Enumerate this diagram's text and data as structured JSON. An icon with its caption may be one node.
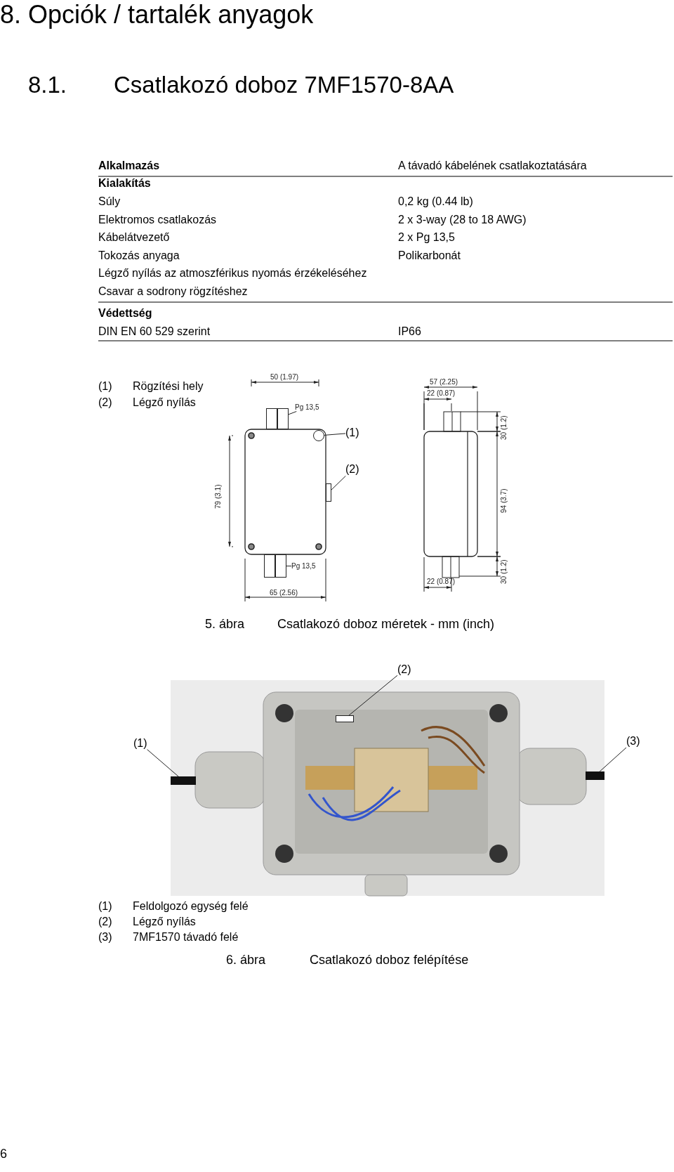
{
  "diagram": {
    "title": "8. Opciók / tartalék anyagok",
    "nodes": [
      {
        "text": [
          "Pg 13,5"
        ]
      },
      {
        "text": [],
        "shape": "box"
      },
      {
        "text": [
          "(1)"
        ]
      },
      {
        "text": [],
        "shape": "circle"
      },
      {
        "text": [
          "(2)"
        ]
      },
      {
        "text": [],
        "shape": "box"
      },
      {
        "text": [],
        "shape": "box"
      },
      {
        "text": [
          "Pg 13,5"
        ]
      },
      {
        "text": [
          "(2)"
        ]
      },
      {
        "text": [
          "(1)"
        ]
      },
      {
        "text": [
          "(3)"
        ]
      },
      {
        "text": [],
        "shape": "bar"
      },
      {
        "text": [],
        "shape": "box"
      },
      {
        "text": [],
        "shape": "bar"
      }
    ],
    "edges": [
      {
        "from": 0,
        "to": 1,
        "arrow": "none"
      },
      {
        "from": 2,
        "to": 3,
        "arrow": "none"
      },
      {
        "from": 4,
        "to": 5,
        "arrow": "none"
      },
      {
        "from": 7,
        "to": 6,
        "arrow": "none"
      },
      {
        "from": 8,
        "to": 12,
        "arrow": "none"
      },
      {
        "from": 9,
        "to": 11,
        "arrow": "none"
      },
      {
        "from": 10,
        "to": 13,
        "arrow": "none"
      }
    ],
    "labels": [
      "8.1.",
      "Csatlakozó doboz 7MF1570-8AA",
      "Alkalmazás",
      "A távadó kábelének csatlakoztatására",
      "Kialakítás",
      "Súly",
      "0,2 kg (0.44 lb)",
      "Elektromos csatlakozás",
      "2 x 3-way (28 to 18 AWG)",
      "Kábelátvezető",
      "2 x Pg 13,5",
      "Tokozás anyaga",
      "Polikarbonát",
      "Légző nyílás az atmoszférikus nyomás érzékeléséhez",
      "Csavar a sodrony rögzítéshez",
      "Védettség",
      "DIN EN 60 529 szerint",
      "IP66",
      "(1)",
      "Rögzítési hely",
      "(2)",
      "Légző nyílás",
      "50 (1.97)",
      "79 (3.1)",
      "65 (2.56)",
      "57 (2.25)",
      "22 (0.87)",
      "30 (1.2)",
      "94 (3.7)",
      "30 (1.2)",
      "22 (0.87)",
      "5. ábra",
      "Csatlakozó doboz méretek - mm (inch)",
      "(1)",
      "Feldolgozó egység felé",
      "(2)",
      "Légző nyílás",
      "(3)",
      "7MF1570 távadó felé",
      "6. ábra",
      "Csatlakozó doboz felépítése",
      "6"
    ]
  }
}
